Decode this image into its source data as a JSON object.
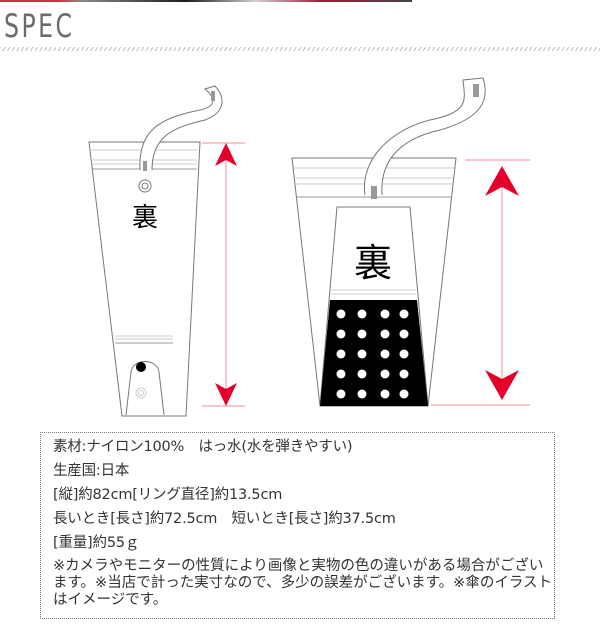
{
  "header": {
    "title": "SPEC"
  },
  "figure": {
    "left_umbrella_label": "裏",
    "right_umbrella_label": "裏",
    "arrow_color": "#e5002b",
    "guide_line_color": "#f08c98"
  },
  "spec": {
    "lines": [
      "素材:ナイロン100%　はっ水(水を弾きやすい)",
      "生産国:日本",
      "[縦]約82cm[リング直径]約13.5cm",
      "長いとき[長さ]約72.5cm　短いとき[長さ]約37.5cm",
      "[重量]約55ｇ"
    ],
    "note": "※カメラやモニターの性質により画像と実物の色の違いがある場合がございます。※当店で計った実寸なので、多少の誤差がございます。※傘のイラストはイメージです。"
  }
}
